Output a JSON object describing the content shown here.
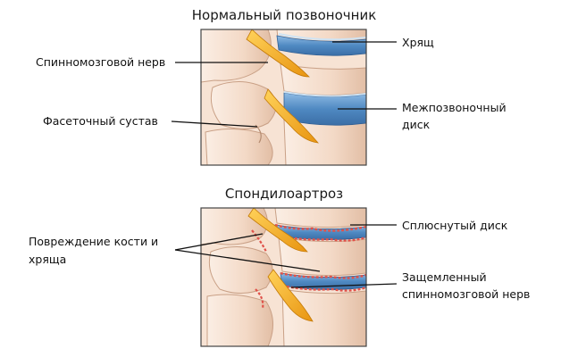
{
  "top": {
    "title": "Нормальный позвоночник",
    "labels": {
      "nerve": "Спинномозговой нерв",
      "facet": "Фасеточный сустав",
      "cartilage": "Хрящ",
      "disc_line1": "Межпозвоночный",
      "disc_line2": "диск"
    }
  },
  "bottom": {
    "title": "Спондилоартроз",
    "labels": {
      "damage_line1": "Повреждение кости и",
      "damage_line2": "хряща",
      "flat_disc": "Сплюснутый диск",
      "pinched_line1": "Защемленный",
      "pinched_line2": "спинномозговой нерв"
    }
  },
  "colors": {
    "bone": "#f3d9c6",
    "bone_shadow": "#d9b49a",
    "disc": "#5b93c9",
    "nerve": "#f2a81c",
    "inflamed": "#e0524a",
    "frame": "#444444"
  }
}
